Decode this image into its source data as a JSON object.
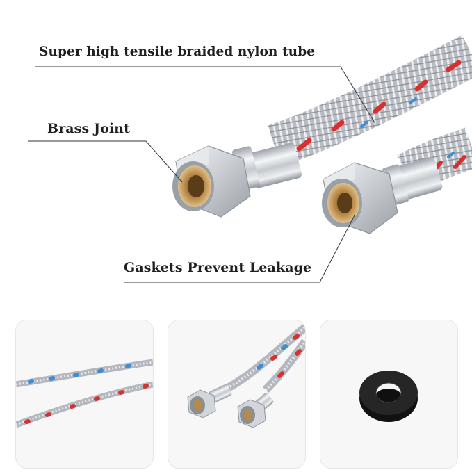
{
  "callouts": {
    "tube": "Super high tensile braided nylon tube",
    "brass": "Brass Joint",
    "gasket": "Gaskets Prevent Leakage"
  },
  "colors": {
    "braid_red": "#d8302e",
    "braid_blue": "#3a8fd8",
    "metal": "#c9ccd1",
    "gasket": "#1a1a1a"
  },
  "thumbnails": [
    {
      "name": "hose-pair-coiled"
    },
    {
      "name": "hose-pair-connectors"
    },
    {
      "name": "rubber-gasket"
    }
  ]
}
